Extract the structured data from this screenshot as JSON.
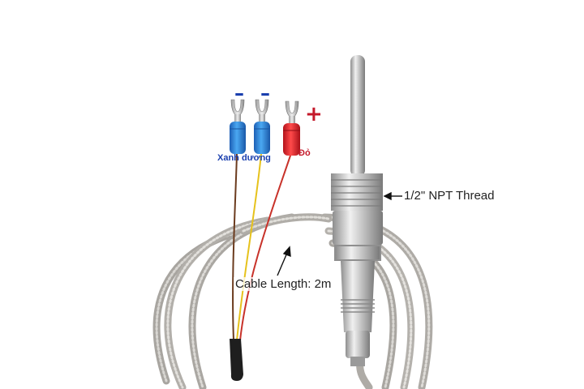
{
  "labels": {
    "thread": "1/2\" NPT Thread",
    "cable_length": "Cable Length: 2m",
    "blue_wire": "Xanh dương",
    "red_wire": "Đỏ",
    "negative_sign_1": "–",
    "negative_sign_2": "–",
    "positive_sign": "+"
  },
  "colors": {
    "background": "#ffffff",
    "braid": "#b9b6b0",
    "steel": "#c9c9c9",
    "blue_insulator": "#2a86e0",
    "red_insulator": "#e0242a",
    "wire_brown": "#6b3b1e",
    "wire_yellow": "#e6c21c",
    "wire_red": "#c8322a",
    "text_blue": "#1a3fae",
    "text_red": "#c4192a"
  }
}
